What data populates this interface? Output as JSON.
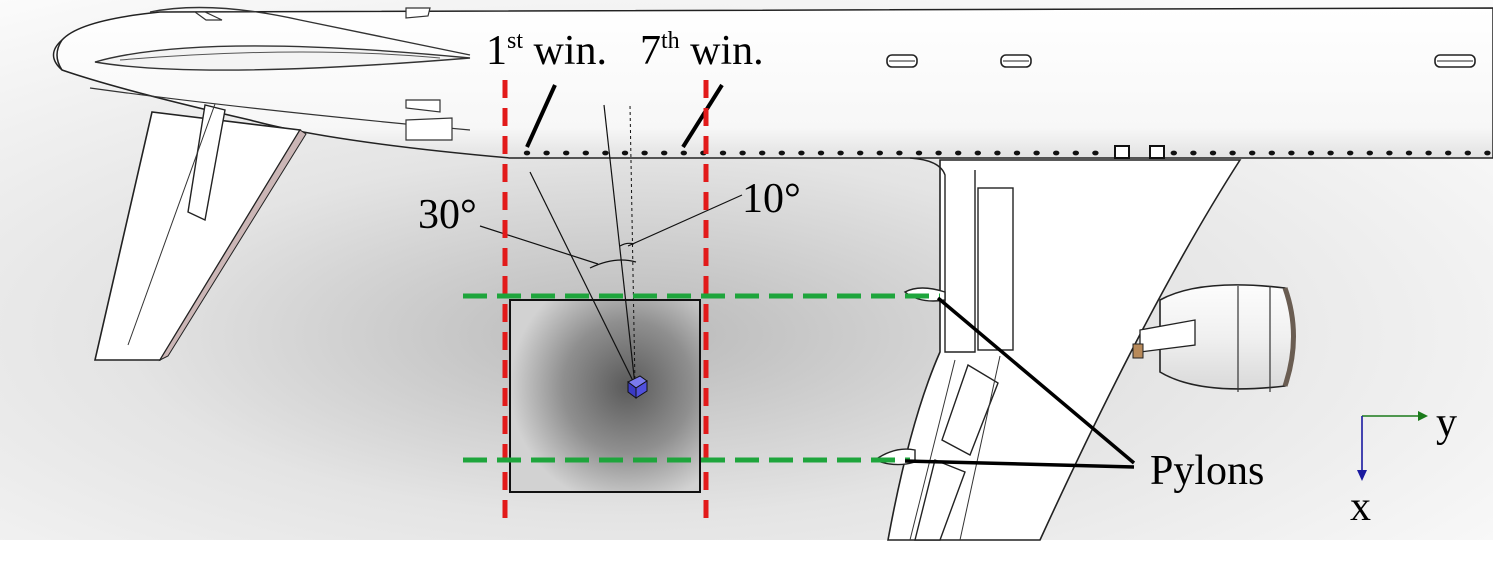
{
  "labels": {
    "win1_num": "1",
    "win1_sup": "st",
    "win1_word": " win.",
    "win7_num": "7",
    "win7_sup": "th",
    "win7_word": " win.",
    "angle_30": "30°",
    "angle_10": "10°",
    "pylons": "Pylons",
    "axis_y": "y",
    "axis_x": "x"
  },
  "colors": {
    "window_boundary": "#e21a1a",
    "pylon_line": "#1ea53c",
    "axis_y": "#1a7a1a",
    "axis_x": "#1a1aa0",
    "device": "#4646d8",
    "ground": "#c8c8c8",
    "aircraft": "#ffffff"
  },
  "icons": {
    "device": "source-cube-icon",
    "axes": "coordinate-axes-icon"
  }
}
